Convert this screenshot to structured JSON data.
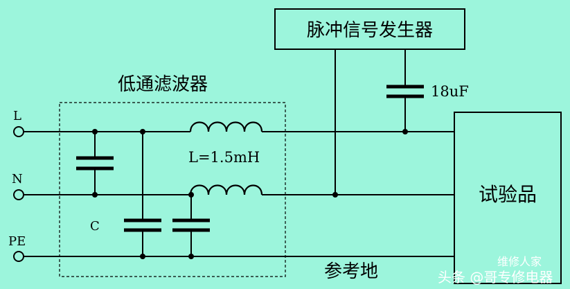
{
  "diagram": {
    "terminals": {
      "L": "L",
      "N": "N",
      "PE": "PE"
    },
    "filter_title": "低通滤波器",
    "pulse_generator": "脉冲信号发生器",
    "coupling_capacitor": "18uF",
    "inductor_label": "L=1.5mH",
    "capacitor_label": "C",
    "device_under_test": "试验品",
    "reference_ground": "参考地"
  },
  "watermark": {
    "line1": "维修人家",
    "line2": "头条 @哥专修电器"
  },
  "colors": {
    "background": "#9cf5dc",
    "line": "#000000"
  }
}
